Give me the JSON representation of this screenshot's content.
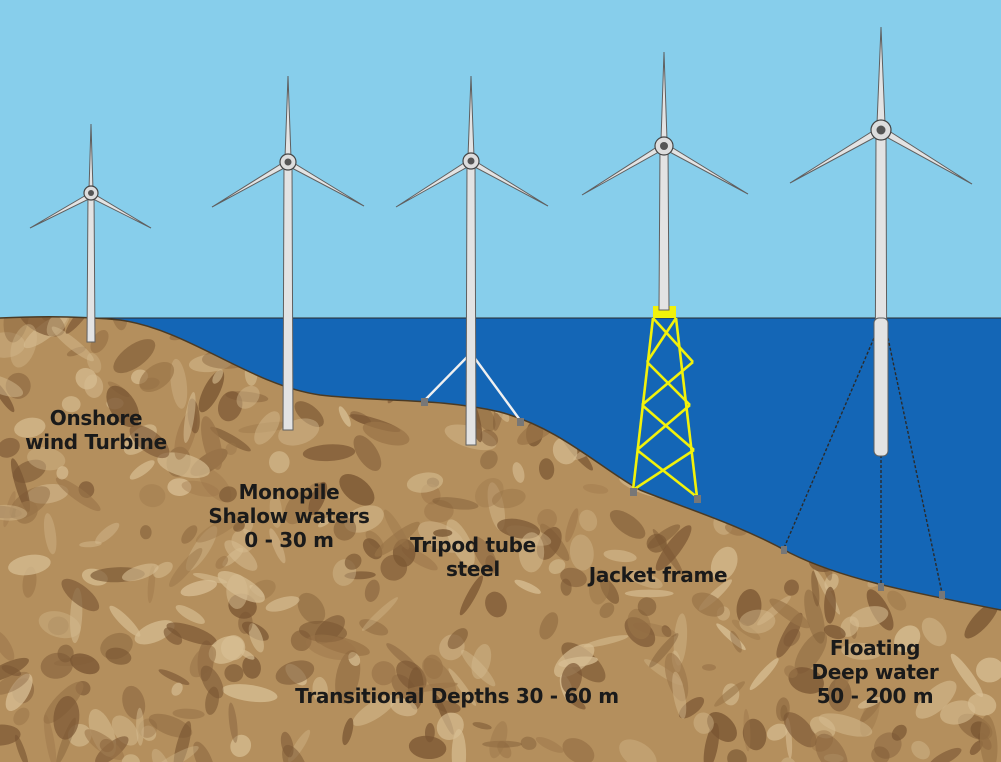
{
  "colors": {
    "sky": "#87CEEB",
    "water": "#1466B6",
    "seabed_base": "#B48F5D",
    "seabed_dark": "#7A5633",
    "seabed_light": "#D7BE93",
    "tower": "#E3E3E3",
    "outline": "#5f5f5f",
    "jacket": "#F2F20A",
    "mooring": "#333333"
  },
  "labels": {
    "onshore": [
      "Onshore",
      "wind Turbine"
    ],
    "monopile": [
      "Monopile",
      "Shalow waters",
      "0 - 30 m"
    ],
    "tripod": [
      "Tripod tube",
      "steel"
    ],
    "jacket": [
      "Jacket frame"
    ],
    "transitional": [
      "Transitional Depths 30 - 60 m"
    ],
    "floating": [
      "Floating",
      "Deep water",
      "50 - 200 m"
    ]
  }
}
